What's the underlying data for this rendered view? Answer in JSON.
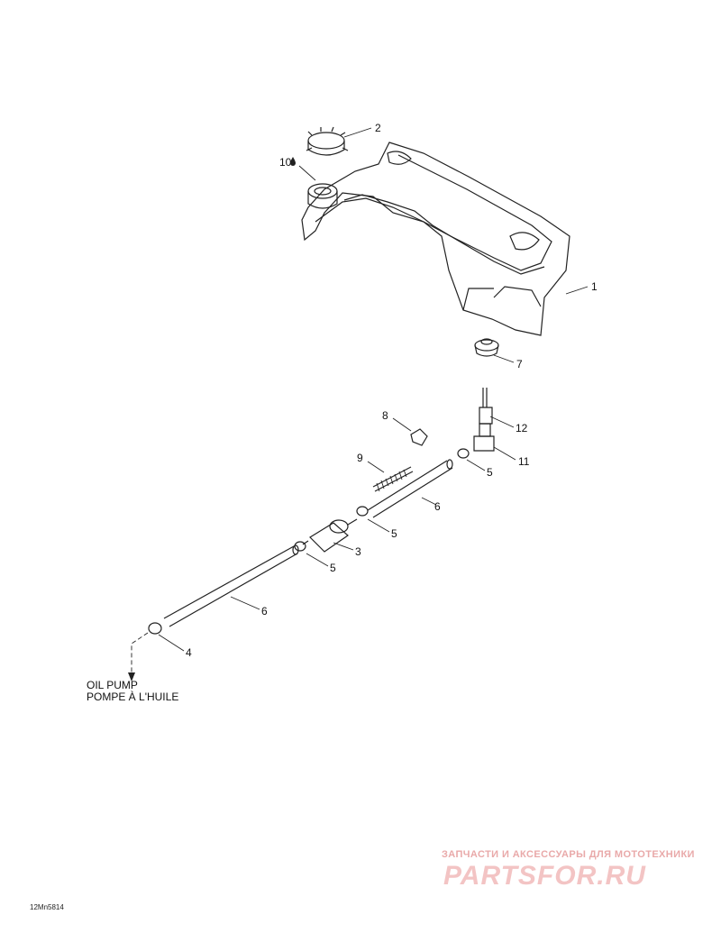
{
  "labels": {
    "p1": "1",
    "p2": "2",
    "p3": "3",
    "p4": "4",
    "p5a": "5",
    "p5b": "5",
    "p5c": "5",
    "p6a": "6",
    "p6b": "6",
    "p7": "7",
    "p8": "8",
    "p9": "9",
    "p10": "10",
    "p11": "11",
    "p12": "12"
  },
  "oil_pump_note": {
    "line1": "OIL PUMP",
    "line2": "POMPE À L'HUILE"
  },
  "figure_code": "12Mn5814",
  "watermark": {
    "line1": "ЗАПЧАСТИ И АКСЕССУАРЫ ДЛЯ МОТОТЕХНИКИ",
    "line2": "PARTSFOR.RU"
  }
}
